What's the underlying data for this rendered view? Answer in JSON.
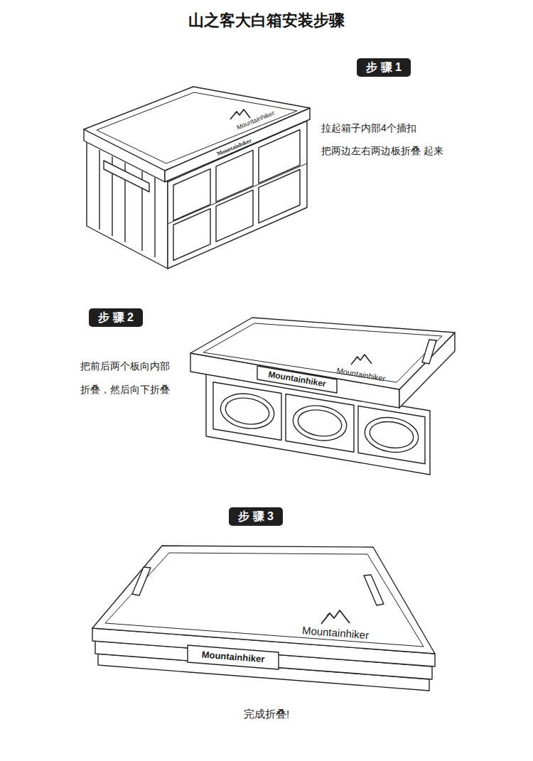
{
  "diagram": {
    "title": "山之客大白箱安装步骤",
    "nodes": [
      {
        "text": [
          "步 骤 1"
        ]
      },
      {
        "text": [
          "步 骤 2"
        ]
      },
      {
        "text": [
          "步 骤 3"
        ]
      }
    ],
    "labels": [
      "拉起箱子内部4个插扣 把两边左右两边板折叠 起来",
      "Mountainhiker",
      "Mountainhiker",
      "把前后两个板向内部 折叠，然后向下折叠",
      "Mountainhiker",
      "Mountainhiker",
      "Mountainhiker",
      "Mountainhiker",
      "完成折叠!"
    ]
  }
}
